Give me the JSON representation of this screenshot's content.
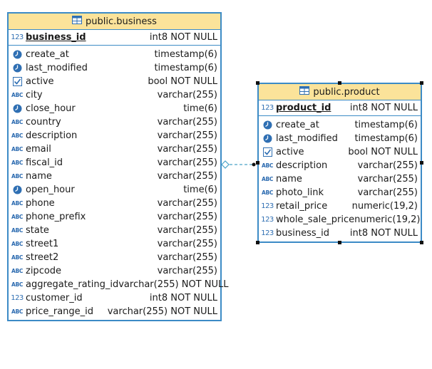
{
  "colors": {
    "border": "#3c8bc6",
    "header_bg": "#fbe39a",
    "icon": "#2f6fb3",
    "connector": "#4aa3c8"
  },
  "business": {
    "title": "public.business",
    "pk": {
      "icon": "numeric",
      "name": "business_id",
      "type": "int8 NOT NULL"
    },
    "columns": [
      {
        "icon": "clock",
        "name": "create_at",
        "type": "timestamp(6)"
      },
      {
        "icon": "clock",
        "name": "last_modified",
        "type": "timestamp(6)"
      },
      {
        "icon": "checkbox",
        "name": "active",
        "type": "bool NOT NULL"
      },
      {
        "icon": "text",
        "name": "city",
        "type": "varchar(255)"
      },
      {
        "icon": "clock",
        "name": "close_hour",
        "type": "time(6)"
      },
      {
        "icon": "text",
        "name": "country",
        "type": "varchar(255)"
      },
      {
        "icon": "text",
        "name": "description",
        "type": "varchar(255)"
      },
      {
        "icon": "text",
        "name": "email",
        "type": "varchar(255)"
      },
      {
        "icon": "text",
        "name": "fiscal_id",
        "type": "varchar(255)"
      },
      {
        "icon": "text",
        "name": "name",
        "type": "varchar(255)"
      },
      {
        "icon": "clock",
        "name": "open_hour",
        "type": "time(6)"
      },
      {
        "icon": "text",
        "name": "phone",
        "type": "varchar(255)"
      },
      {
        "icon": "text",
        "name": "phone_prefix",
        "type": "varchar(255)"
      },
      {
        "icon": "text",
        "name": "state",
        "type": "varchar(255)"
      },
      {
        "icon": "text",
        "name": "street1",
        "type": "varchar(255)"
      },
      {
        "icon": "text",
        "name": "street2",
        "type": "varchar(255)"
      },
      {
        "icon": "text",
        "name": "zipcode",
        "type": "varchar(255)"
      },
      {
        "icon": "text",
        "name": "aggregate_rating_id",
        "type": "varchar(255) NOT NULL"
      },
      {
        "icon": "numeric",
        "name": "customer_id",
        "type": "int8 NOT NULL"
      },
      {
        "icon": "text",
        "name": "price_range_id",
        "type": "varchar(255) NOT NULL"
      }
    ]
  },
  "product": {
    "title": "public.product",
    "pk": {
      "icon": "numeric",
      "name": "product_id",
      "type": "int8 NOT NULL"
    },
    "columns": [
      {
        "icon": "clock",
        "name": "create_at",
        "type": "timestamp(6)"
      },
      {
        "icon": "clock",
        "name": "last_modified",
        "type": "timestamp(6)"
      },
      {
        "icon": "checkbox",
        "name": "active",
        "type": "bool NOT NULL"
      },
      {
        "icon": "text",
        "name": "description",
        "type": "varchar(255)"
      },
      {
        "icon": "text",
        "name": "name",
        "type": "varchar(255)"
      },
      {
        "icon": "text",
        "name": "photo_link",
        "type": "varchar(255)"
      },
      {
        "icon": "numeric",
        "name": "retail_price",
        "type": "numeric(19,2)"
      },
      {
        "icon": "numeric",
        "name": "whole_sale_price",
        "type": "numeric(19,2)"
      },
      {
        "icon": "numeric",
        "name": "business_id",
        "type": "int8 NOT NULL"
      }
    ]
  },
  "relationship": {
    "from": "product.business_id",
    "to": "business.business_id"
  }
}
